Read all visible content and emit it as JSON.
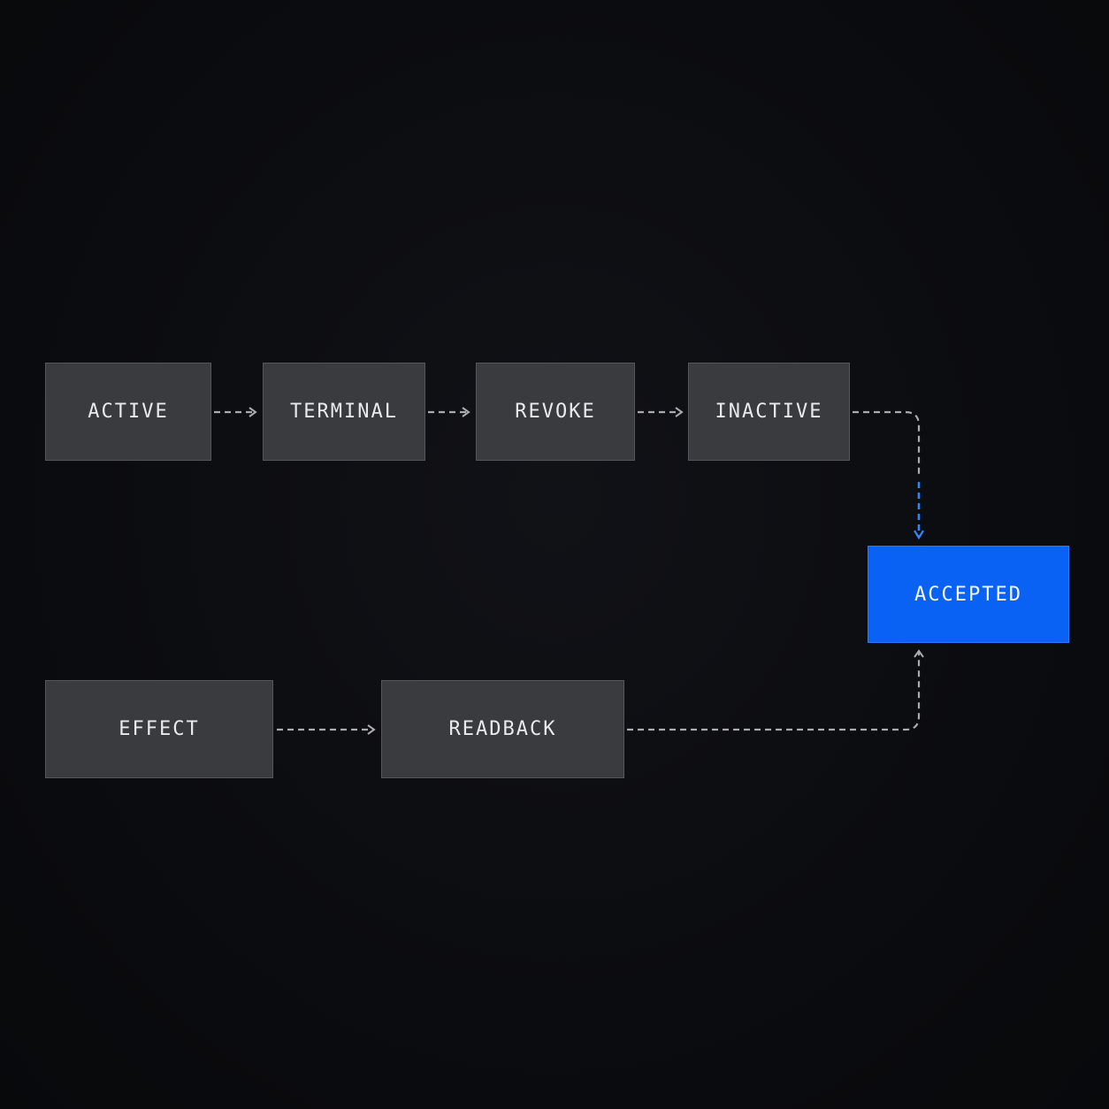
{
  "nodes": {
    "active": "ACTIVE",
    "terminal": "TERMINAL",
    "revoke": "REVOKE",
    "inactive": "INACTIVE",
    "accepted": "ACCEPTED",
    "effect": "EFFECT",
    "readback": "READBACK"
  },
  "edges": [
    {
      "from": "active",
      "to": "terminal"
    },
    {
      "from": "terminal",
      "to": "revoke"
    },
    {
      "from": "revoke",
      "to": "inactive"
    },
    {
      "from": "inactive",
      "to": "accepted",
      "highlighted": true
    },
    {
      "from": "effect",
      "to": "readback"
    },
    {
      "from": "readback",
      "to": "accepted"
    }
  ],
  "colors": {
    "background": "#0b0c0f",
    "node_fill": "#3a3b3f",
    "accent": "#0a62f5",
    "connector": "#a9abb1",
    "connector_highlight": "#2f86ff"
  }
}
